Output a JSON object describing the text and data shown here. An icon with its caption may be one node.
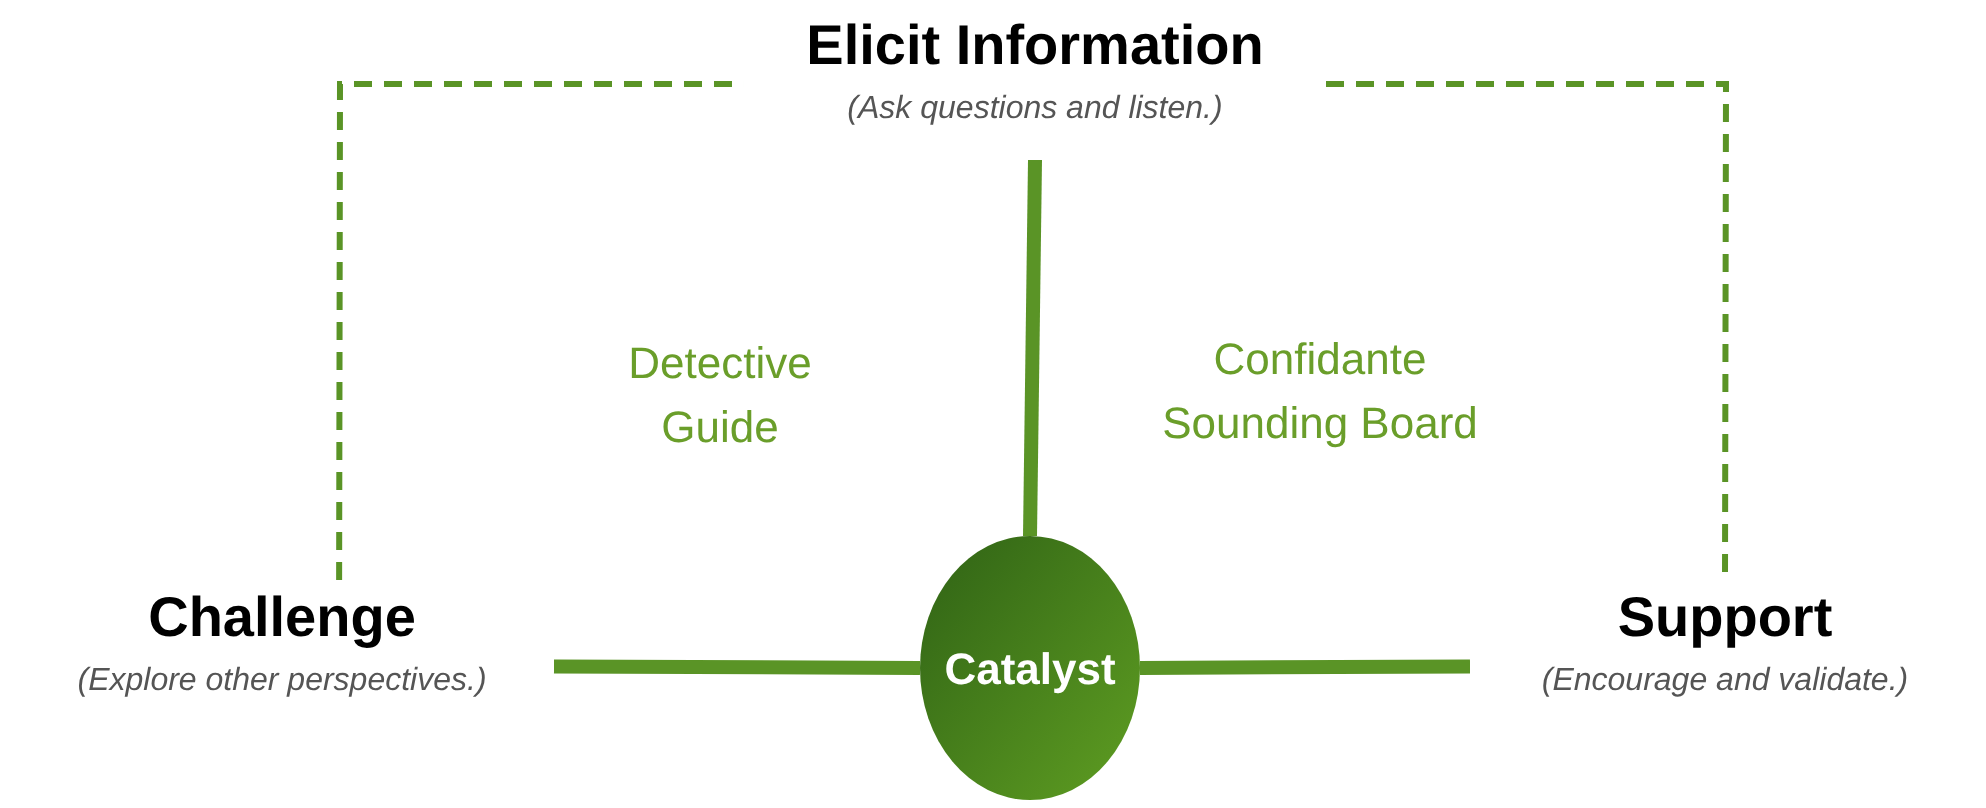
{
  "diagram": {
    "nodes": [
      {
        "text": [
          "Elicit Information",
          "(Ask questions and listen.)"
        ]
      },
      {
        "text": [
          "Challenge",
          "(Explore other perspectives.)"
        ]
      },
      {
        "text": [
          "Catalyst"
        ]
      },
      {
        "text": [
          "Support",
          "(Encourage and validate.)"
        ]
      }
    ],
    "edges": [
      {
        "from": 2,
        "to": 0,
        "arrow": "none"
      },
      {
        "from": 2,
        "to": 1,
        "arrow": "none"
      },
      {
        "from": 2,
        "to": 3,
        "arrow": "none"
      },
      {
        "from": 1,
        "to": 0,
        "arrow": "none",
        "style": "dashed"
      },
      {
        "from": 0,
        "to": 3,
        "arrow": "none",
        "style": "dashed"
      }
    ],
    "labels": [
      "Detective",
      "Guide",
      "Confidante",
      "Sounding Board"
    ]
  }
}
